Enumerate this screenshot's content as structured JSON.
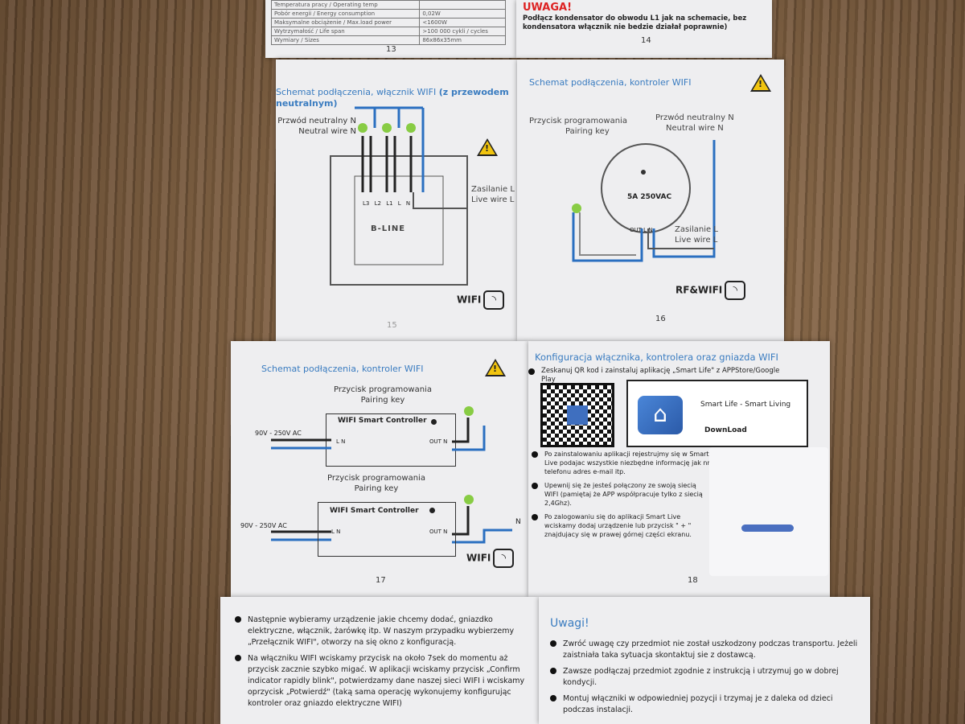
{
  "page13": {
    "rows": [
      [
        "Temperatura pracy / Operating temp",
        ""
      ],
      [
        "Pobór energii / Energy consumption",
        "0,02W"
      ],
      [
        "Maksymalne obciążenie / Max.load power",
        "<1600W"
      ],
      [
        "Wytrzymałość / Life span",
        ">100 000 cykli / cycles"
      ],
      [
        "Wymiary / Sizes",
        "86x86x35mm"
      ]
    ],
    "page_number": "13"
  },
  "page14": {
    "warning_title": "UWAGA!",
    "warning_text": "Podłącz kondensator do obwodu L1 jak na schemacie, bez kondensatora włącznik nie bedzie działał poprawnie)",
    "page_number": "14"
  },
  "page15": {
    "title": "Schemat podłączenia,  włącznik WIFI",
    "title_bold": "(z przewodem neutralnym)",
    "neutral_label": "Przwód neutralny N",
    "neutral_label_en": "Neutral wire N",
    "terminals": [
      "L3",
      "L2",
      "L1",
      "L",
      "N"
    ],
    "brand": "B-LINE",
    "live_label": "Zasilanie L",
    "live_label_en": "Live wire L",
    "badge": "WIFI",
    "page_number": "15"
  },
  "page16": {
    "title": "Schemat podłączenia, kontroler WIFI",
    "pairing_label": "Przycisk programowania",
    "pairing_label_en": "Pairing key",
    "neutral_label": "Przwód neutralny N",
    "neutral_label_en": "Neutral wire N",
    "rating": "5A 250VAC",
    "terminals": [
      "OUT",
      "L",
      "N"
    ],
    "live_label": "Zasilanie L",
    "live_label_en": "Live wire L",
    "badge": "RF&WIFI",
    "page_number": "16"
  },
  "page17": {
    "title": "Schemat podłączenia, kontroler WIFI",
    "pairing_label": "Przycisk programowania",
    "pairing_label_en": "Pairing key",
    "controller_label": "WIFI Smart Controller",
    "voltage": "90V - 250V AC",
    "in_terminals": "L N",
    "out_terminals": "OUT N",
    "neutral": "N",
    "badge": "WIFI",
    "page_number": "17"
  },
  "page18": {
    "title": "Konfiguracja włącznika, kontrolera oraz gniazda WIFI",
    "bullets": [
      "Zeskanuj QR kod i zainstaluj aplikację „Smart Life\" z APPStore/Google Play",
      "Po zainstalowaniu aplikacji rejestrujmy się w Smart Live podajac wszystkie niezbędne informację jak nr telefonu adres e-mail itp.",
      "Upewnij się że jesteś połączony ze swoją siecią WIFI (pamiętaj że APP współpracuje tylko z siecią 2,4Ghz).",
      "Po zalogowaniu się do aplikacji Smart Live wciskamy dodaj urządzenie lub przycisk \" + \" znajdujacy się w prawej górnej części ekranu."
    ],
    "app_name": "Smart Life - Smart Living",
    "download": "DownLoad",
    "page_number": "18"
  },
  "page19": {
    "bullets": [
      "Następnie wybieramy urządzenie jakie chcemy dodać, gniazdko elektryczne, włącznik, żarówkę itp. W naszym przypadku wybierzemy „Przełącznik WIFI\", otworzy na się okno z konfiguracją.",
      "Na włączniku WIFI wciskamy przycisk na około 7sek do momentu aż przycisk zacznie szybko migać. W aplikacji wciskamy przycisk „Confirm indicator rapidly blink\", potwierdzamy dane naszej sieci WIFI i wciskamy oprzycisk „Potwierdź\" (taką sama operację wykonujemy konfigurując kontroler oraz gniazdo elektryczne WIFI)"
    ]
  },
  "page20": {
    "title": "Uwagi!",
    "bullets": [
      "Zwróć uwagę czy przedmiot nie został uszkodzony podczas transportu. Jeżeli zaistniała taka sytuacja skontaktuj sie z dostawcą.",
      "Zawsze podłączaj przedmiot zgodnie z instrukcją i utrzymuj go w dobrej kondycji.",
      "Montuj włączniki w odpowiedniej pozycji i trzymaj je z daleka od dzieci podczas instalacji."
    ]
  }
}
